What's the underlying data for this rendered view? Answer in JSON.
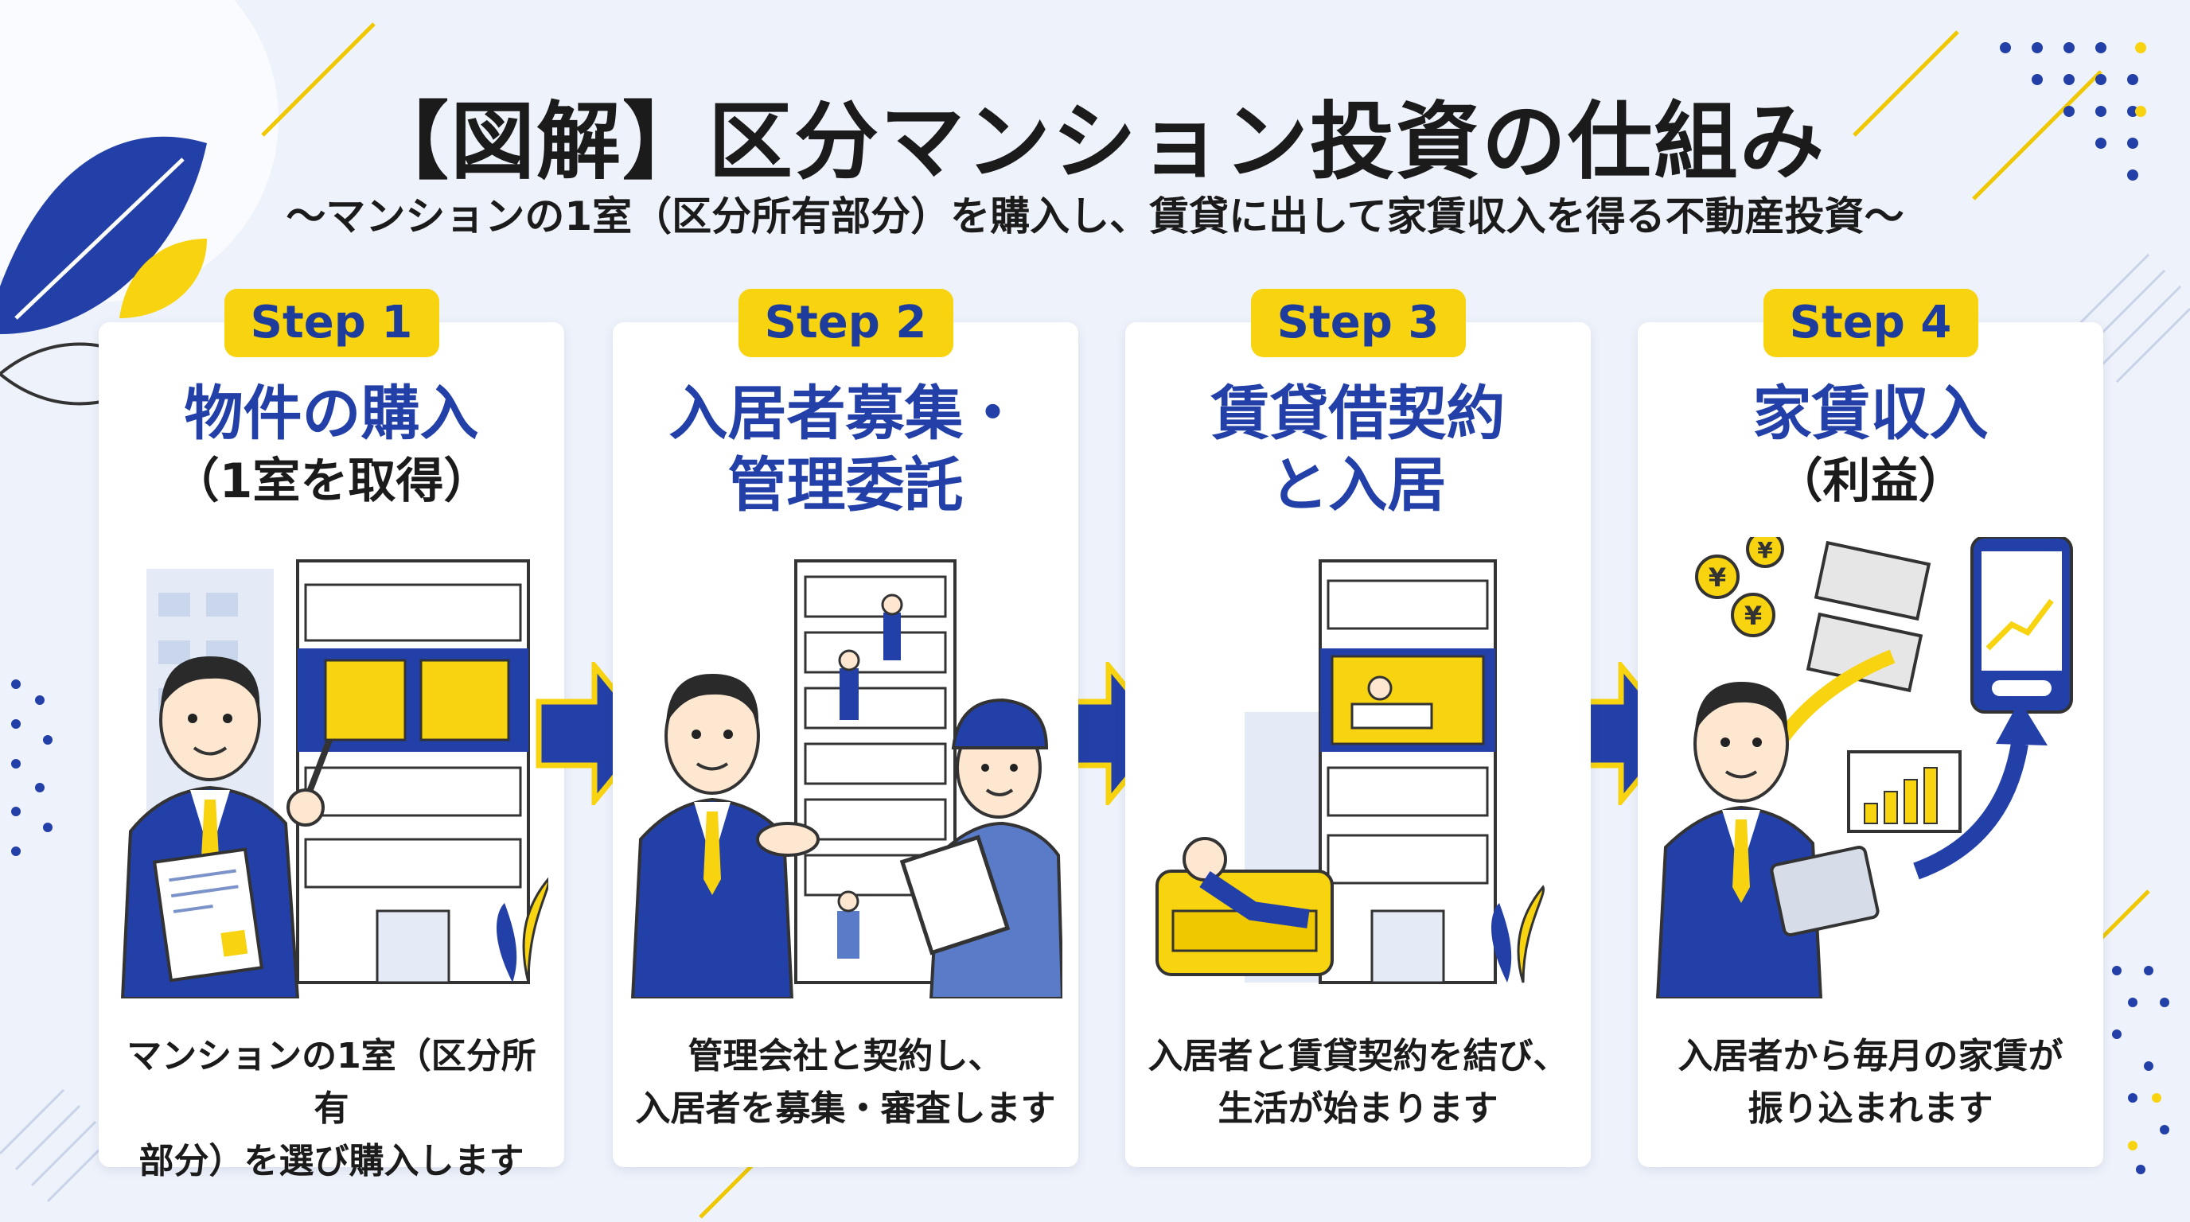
{
  "header": {
    "title": "【図解】区分マンション投資の仕組み",
    "subtitle": "〜マンションの1室（区分所有部分）を購入し、賃貸に出して家賃収入を得る不動産投資〜"
  },
  "steps": [
    {
      "badge": "Step 1",
      "title_line1": "物件の購入",
      "title_line2": "",
      "subtitle": "（1室を取得）",
      "desc_line1": "マンションの1室（区分所有",
      "desc_line2": "部分）を選び購入します"
    },
    {
      "badge": "Step 2",
      "title_line1": "入居者募集・",
      "title_line2": "管理委託",
      "subtitle": "",
      "desc_line1": "管理会社と契約し、",
      "desc_line2": "入居者を募集・審査します"
    },
    {
      "badge": "Step 3",
      "title_line1": "賃貸借契約",
      "title_line2": "と入居",
      "subtitle": "",
      "desc_line1": "入居者と賃貸契約を結び、",
      "desc_line2": "生活が始まります"
    },
    {
      "badge": "Step 4",
      "title_line1": "家賃収入",
      "title_line2": "",
      "subtitle": "（利益）",
      "desc_line1": "入居者から毎月の家賃が",
      "desc_line2": "振り込まれます"
    }
  ],
  "illustration": {
    "coin_symbol": "¥"
  },
  "colors": {
    "blue": "#2340a8",
    "yellow": "#f7d310",
    "background": "#eef2fa"
  }
}
